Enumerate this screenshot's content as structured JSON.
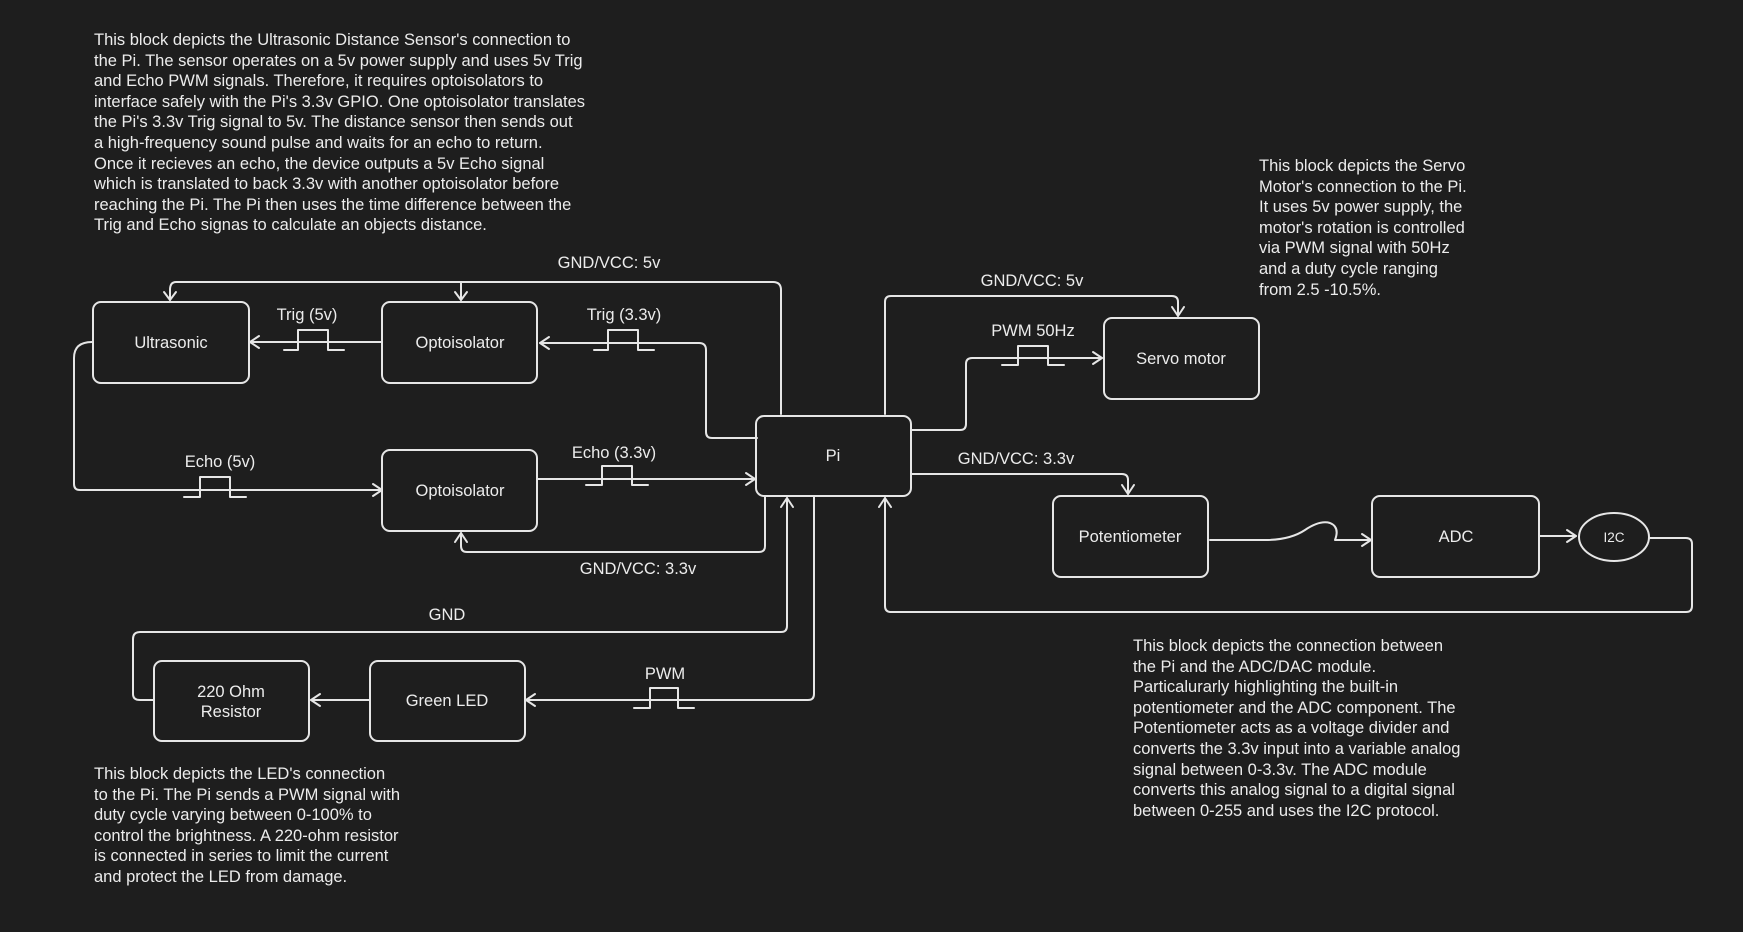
{
  "nodes": {
    "ultrasonic": "Ultrasonic",
    "opto_top": "Optoisolator",
    "opto_bottom": "Optoisolator",
    "pi": "Pi",
    "servo": "Servo motor",
    "potentiometer": "Potentiometer",
    "adc": "ADC",
    "i2c": "I2C",
    "resistor_line1": "220 Ohm",
    "resistor_line2": "Resistor",
    "green_led": "Green LED"
  },
  "labels": {
    "gnd_vcc_5v_top": "GND/VCC: 5v",
    "trig_5v": "Trig (5v)",
    "trig_33v": "Trig (3.3v)",
    "echo_5v": "Echo (5v)",
    "echo_33v": "Echo (3.3v)",
    "gnd_vcc_33v_bottom": "GND/VCC: 3.3v",
    "gnd_vcc_5v_servo": "GND/VCC: 5v",
    "pwm_50hz": "PWM 50Hz",
    "gnd_vcc_33v_pot": "GND/VCC: 3.3v",
    "gnd": "GND",
    "pwm": "PWM"
  },
  "descriptions": {
    "ultrasonic": "This block depicts the Ultrasonic Distance Sensor's connection to\nthe Pi. The sensor operates on a 5v power supply and uses 5v Trig\nand Echo PWM signals. Therefore, it requires optoisolators to\ninterface safely with the Pi's 3.3v GPIO. One optoisolator translates\nthe Pi's 3.3v Trig signal to 5v. The distance sensor then sends out\na high-frequency sound pulse and waits for an echo to return.\nOnce it recieves an echo, the device outputs a 5v Echo signal\nwhich is translated to back 3.3v with another optoisolator before\nreaching the Pi. The Pi then uses the time difference between the\nTrig and Echo signas to calculate an objects distance.",
    "servo": "This block depicts the Servo\nMotor's connection to the Pi.\nIt uses 5v power supply, the\nmotor's rotation is controlled\nvia PWM signal with 50Hz\nand a duty cycle ranging\nfrom 2.5 -10.5%.",
    "adc": "This block depicts the connection between\nthe Pi and the ADC/DAC module.\nParticalurarly highlighting the built-in\npotentiometer and the ADC component. The\nPotentiometer acts as a voltage divider and\nconverts the 3.3v input into a variable analog\nsignal between 0-3.3v. The ADC module\nconverts this analog signal to a digital signal\nbetween 0-255 and uses the I2C protocol.",
    "led": "This block depicts the LED's connection\nto the Pi. The Pi sends a PWM signal with\nduty cycle varying between 0-100% to\ncontrol the brightness. A 220-ohm resistor\nis connected in series to limit the current\nand protect the LED from damage."
  }
}
